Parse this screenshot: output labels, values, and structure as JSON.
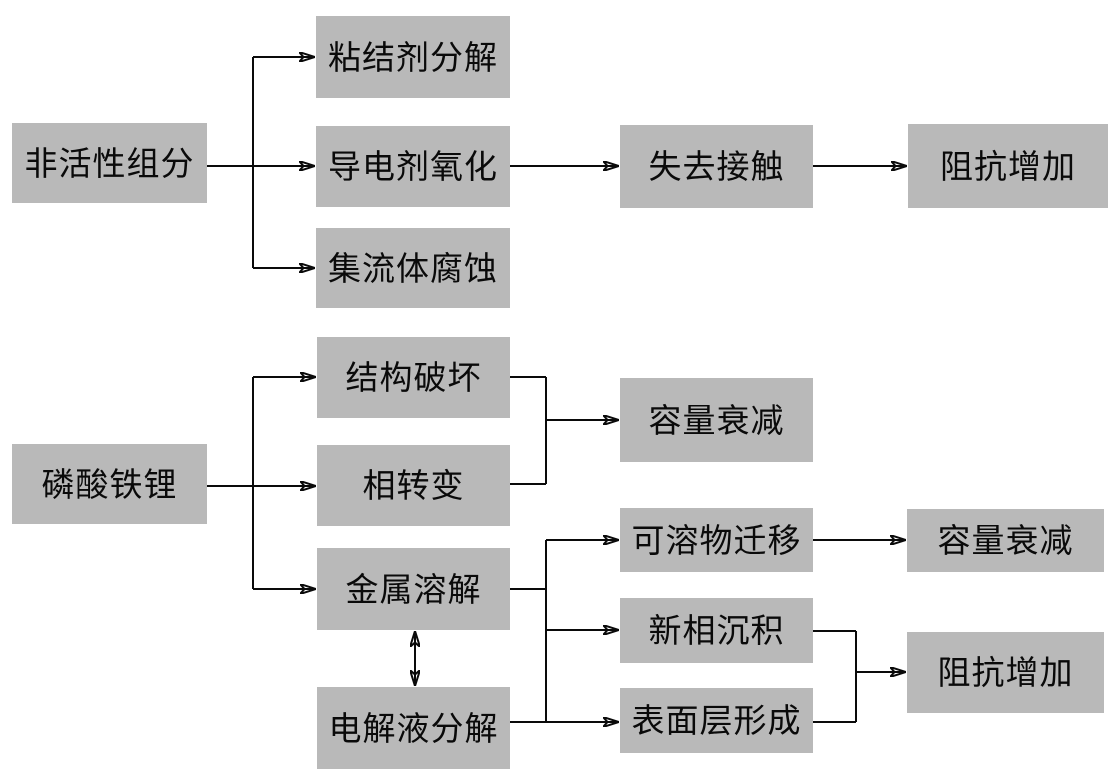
{
  "diagram": {
    "type": "flowchart",
    "colors": {
      "background": "#ffffff",
      "node_fill": "#b9b9b9",
      "line": "#0a0a0a",
      "text": "#0a0a0a"
    },
    "nodes": {
      "non_active": {
        "label": "非活性组分"
      },
      "binder": {
        "label": "粘结剂分解"
      },
      "conductive": {
        "label": "导电剂氧化"
      },
      "collector": {
        "label": "集流体腐蚀"
      },
      "contact_loss": {
        "label": "失去接触"
      },
      "impedance_1": {
        "label": "阻抗增加"
      },
      "lfp": {
        "label": "磷酸铁锂"
      },
      "structure": {
        "label": "结构破坏"
      },
      "phase": {
        "label": "相转变"
      },
      "metal": {
        "label": "金属溶解"
      },
      "electrolyte": {
        "label": "电解液分解"
      },
      "capacity_1": {
        "label": "容量衰减"
      },
      "soluble": {
        "label": "可溶物迁移"
      },
      "new_phase": {
        "label": "新相沉积"
      },
      "surface": {
        "label": "表面层形成"
      },
      "capacity_2": {
        "label": "容量衰减"
      },
      "impedance_2": {
        "label": "阻抗增加"
      }
    },
    "edges": [
      {
        "from": "non_active",
        "to": "binder",
        "type": "arrow"
      },
      {
        "from": "non_active",
        "to": "conductive",
        "type": "arrow"
      },
      {
        "from": "non_active",
        "to": "collector",
        "type": "arrow"
      },
      {
        "from": "conductive",
        "to": "contact_loss",
        "type": "arrow"
      },
      {
        "from": "contact_loss",
        "to": "impedance_1",
        "type": "arrow"
      },
      {
        "from": "lfp",
        "to": "structure",
        "type": "arrow"
      },
      {
        "from": "lfp",
        "to": "phase",
        "type": "arrow"
      },
      {
        "from": "lfp",
        "to": "metal",
        "type": "arrow"
      },
      {
        "from": "structure",
        "to": "capacity_1",
        "type": "arrow"
      },
      {
        "from": "phase",
        "to": "capacity_1",
        "type": "arrow"
      },
      {
        "from": "metal",
        "to": "soluble",
        "type": "arrow"
      },
      {
        "from": "metal",
        "to": "new_phase",
        "type": "arrow"
      },
      {
        "from": "metal",
        "to": "surface",
        "type": "arrow"
      },
      {
        "from": "electrolyte",
        "to": "soluble",
        "type": "arrow"
      },
      {
        "from": "electrolyte",
        "to": "new_phase",
        "type": "arrow"
      },
      {
        "from": "electrolyte",
        "to": "surface",
        "type": "arrow"
      },
      {
        "from": "metal",
        "to": "electrolyte",
        "type": "bidirectional"
      },
      {
        "from": "soluble",
        "to": "capacity_2",
        "type": "arrow"
      },
      {
        "from": "new_phase",
        "to": "impedance_2",
        "type": "arrow"
      },
      {
        "from": "surface",
        "to": "impedance_2",
        "type": "arrow"
      }
    ]
  }
}
